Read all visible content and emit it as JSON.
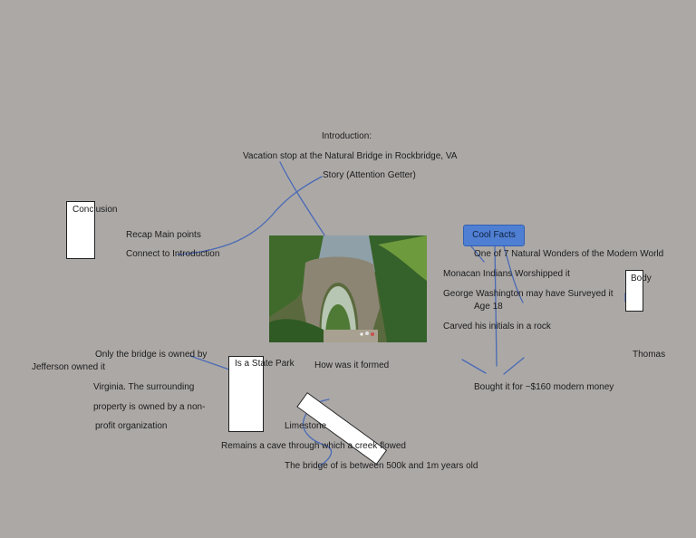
{
  "central": {
    "introduction": "Introduction:",
    "vacation": "Vacation stop at the Natural Bridge in Rockbridge, VA",
    "story": "Story (Attention Getter)"
  },
  "conclusion": {
    "label": "Conclusion",
    "recap": "Recap Main points",
    "connect": "Connect to Introduction"
  },
  "cool_facts": {
    "label": "Cool Facts",
    "wonders": "One of 7 Natural Wonders of the Modern World",
    "monacan": "Monacan Indians Worshipped it",
    "washington": "George Washington may have Surveyed it",
    "age": "Age 18",
    "initials": "Carved his initials in a rock",
    "body": "Body",
    "thomas": "Thomas",
    "bought": "Bought it for ~$160 modern money"
  },
  "state_park": {
    "only_bridge": "Only the bridge is owned by",
    "jefferson": "Jefferson owned it",
    "label": "Is a State Park",
    "virginia": "Virginia.  The surrounding",
    "property": "property is owned by a non-",
    "profit": "profit organization"
  },
  "formation": {
    "how": "How was it formed",
    "limestone": "Limestone",
    "cave": "Remains a cave through which a creek flowed",
    "age_years": "The bridge of is between 500k and 1m years old"
  },
  "colors": {
    "background": "#aba8a6",
    "ink": "#4a6ab5",
    "cool_facts_fill": "#4f7fd3"
  }
}
